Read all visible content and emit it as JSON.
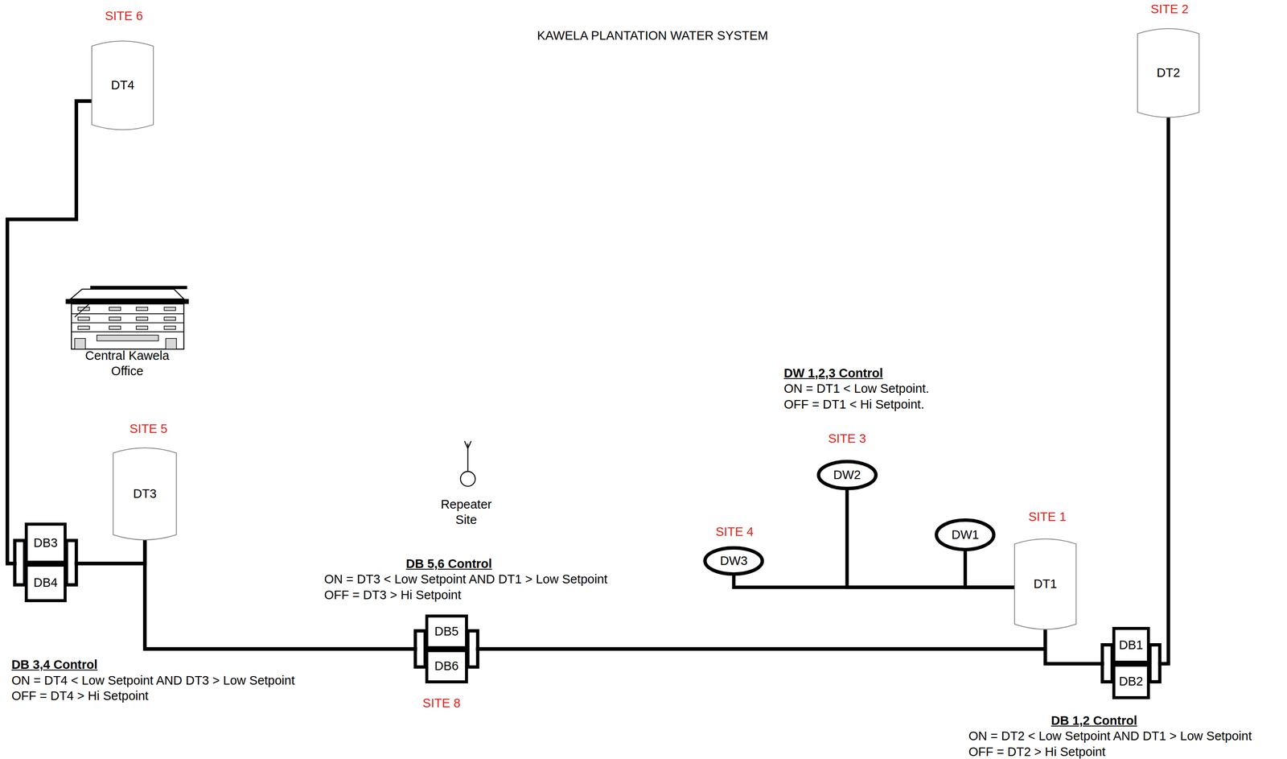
{
  "diagram": {
    "title": "KAWELA PLANTATION WATER SYSTEM",
    "nodes": [
      {
        "text": [
          "DT4"
        ]
      },
      {
        "text": [
          "DT2"
        ]
      },
      {
        "text": [
          "DT3"
        ]
      },
      {
        "text": [
          "DW2"
        ]
      },
      {
        "text": [
          "DW1"
        ]
      },
      {
        "text": [
          "DW3"
        ]
      },
      {
        "text": [
          "DT1"
        ]
      },
      {
        "text": [
          "DB3"
        ]
      },
      {
        "text": [
          "DB4"
        ]
      },
      {
        "text": [
          "DB5"
        ]
      },
      {
        "text": [
          "DB6"
        ]
      },
      {
        "text": [
          "DB1"
        ]
      },
      {
        "text": [
          "DB2"
        ]
      }
    ],
    "edges": [
      {
        "from": 7,
        "to": 0,
        "arrow": "none"
      },
      {
        "from": 8,
        "to": 0,
        "arrow": "none"
      },
      {
        "from": 7,
        "to": 2,
        "arrow": "none"
      },
      {
        "from": 8,
        "to": 2,
        "arrow": "none"
      },
      {
        "from": 2,
        "to": 9,
        "arrow": "none"
      },
      {
        "from": 2,
        "to": 10,
        "arrow": "none"
      },
      {
        "from": 9,
        "to": 6,
        "arrow": "none"
      },
      {
        "from": 10,
        "to": 6,
        "arrow": "none"
      },
      {
        "from": 6,
        "to": 11,
        "arrow": "none"
      },
      {
        "from": 6,
        "to": 12,
        "arrow": "none"
      },
      {
        "from": 11,
        "to": 1,
        "arrow": "none"
      },
      {
        "from": 12,
        "to": 1,
        "arrow": "none"
      },
      {
        "from": 5,
        "to": 6,
        "arrow": "none"
      },
      {
        "from": 3,
        "to": 6,
        "arrow": "none"
      },
      {
        "from": 4,
        "to": 6,
        "arrow": "none"
      }
    ],
    "labels": [
      "SITE 6",
      "SITE 2",
      "Central Kawela Office",
      "DW 1,2,3 Control",
      "ON = DT1 < Low Setpoint.",
      "OFF = DT1 < Hi Setpoint.",
      "SITE 3",
      "SITE 1",
      "SITE 4",
      "SITE 5",
      "Repeater Site",
      "DB 5,6 Control",
      "ON = DT3 < Low Setpoint AND DT1 > Low Setpoint",
      "OFF = DT3 > Hi Setpoint",
      "SITE 8",
      "DB 3,4 Control",
      "ON = DT4 < Low Setpoint AND DT3 > Low Setpoint",
      "OFF = DT4 > Hi Setpoint",
      "DB 1,2 Control",
      "ON = DT2 < Low Setpoint AND DT1 > Low Setpoint",
      "OFF = DT2 > Hi Setpoint"
    ]
  }
}
